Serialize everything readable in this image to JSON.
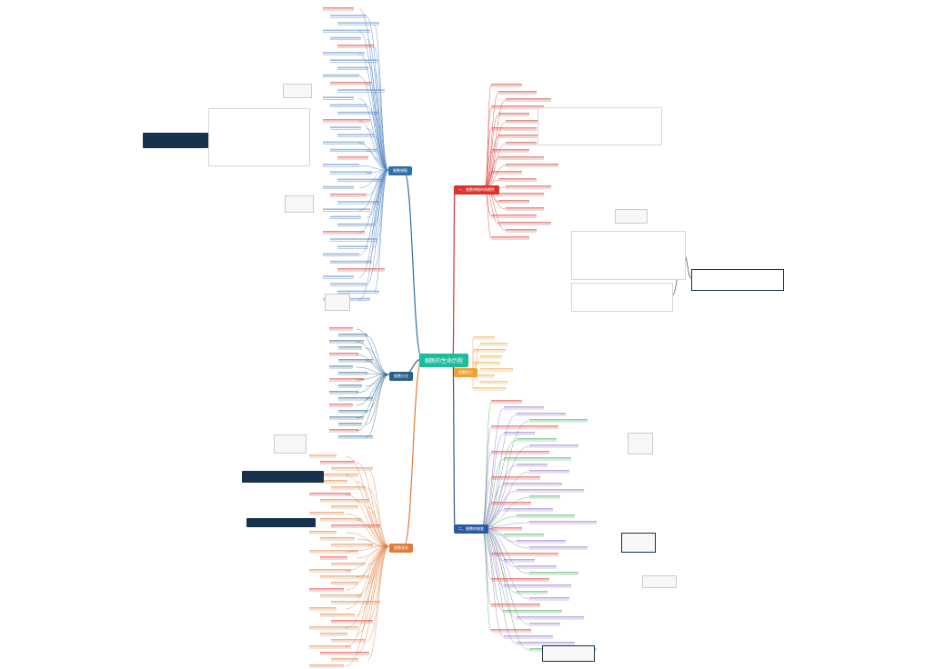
{
  "root": {
    "label": "细胞的生命历程",
    "color": "#1abc9c"
  },
  "branches": [
    {
      "id": "b-mitosis",
      "label": "细胞增殖",
      "color": "#2f6fa5"
    },
    {
      "id": "b-diff",
      "label": "细胞分化",
      "color": "#2c5f88"
    },
    {
      "id": "b-aging",
      "label": "细胞衰老",
      "color": "#e07b39"
    },
    {
      "id": "b-death",
      "label": "细胞死亡",
      "color": "#f0a22e"
    },
    {
      "id": "b-cancer",
      "label": "一、细胞增殖的周期性",
      "color": "#d9332b"
    },
    {
      "id": "b-meiosis",
      "label": "二、细胞的癌变",
      "color": "#2a5aa0"
    }
  ],
  "colors": {
    "red": "#d9332b",
    "blue": "#4a7fc1",
    "orange": "#e07b39",
    "green": "#3aa757",
    "purple": "#8e6cc7",
    "dark": "#17324d"
  }
}
